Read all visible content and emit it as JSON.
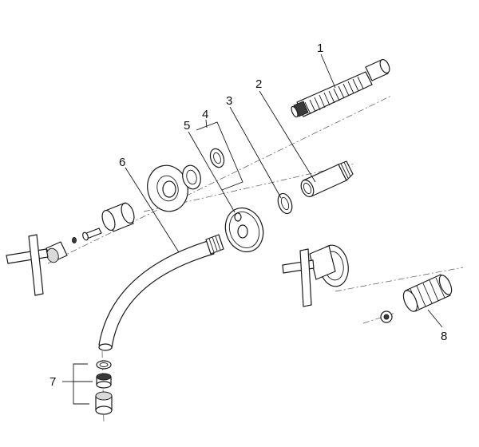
{
  "diagram": {
    "callouts": [
      {
        "id": "part-1",
        "label": "1"
      },
      {
        "id": "part-2",
        "label": "2"
      },
      {
        "id": "part-3",
        "label": "3"
      },
      {
        "id": "part-4",
        "label": "4"
      },
      {
        "id": "part-5",
        "label": "5"
      },
      {
        "id": "part-6",
        "label": "6"
      },
      {
        "id": "part-7",
        "label": "7"
      },
      {
        "id": "part-8",
        "label": "8"
      }
    ]
  }
}
